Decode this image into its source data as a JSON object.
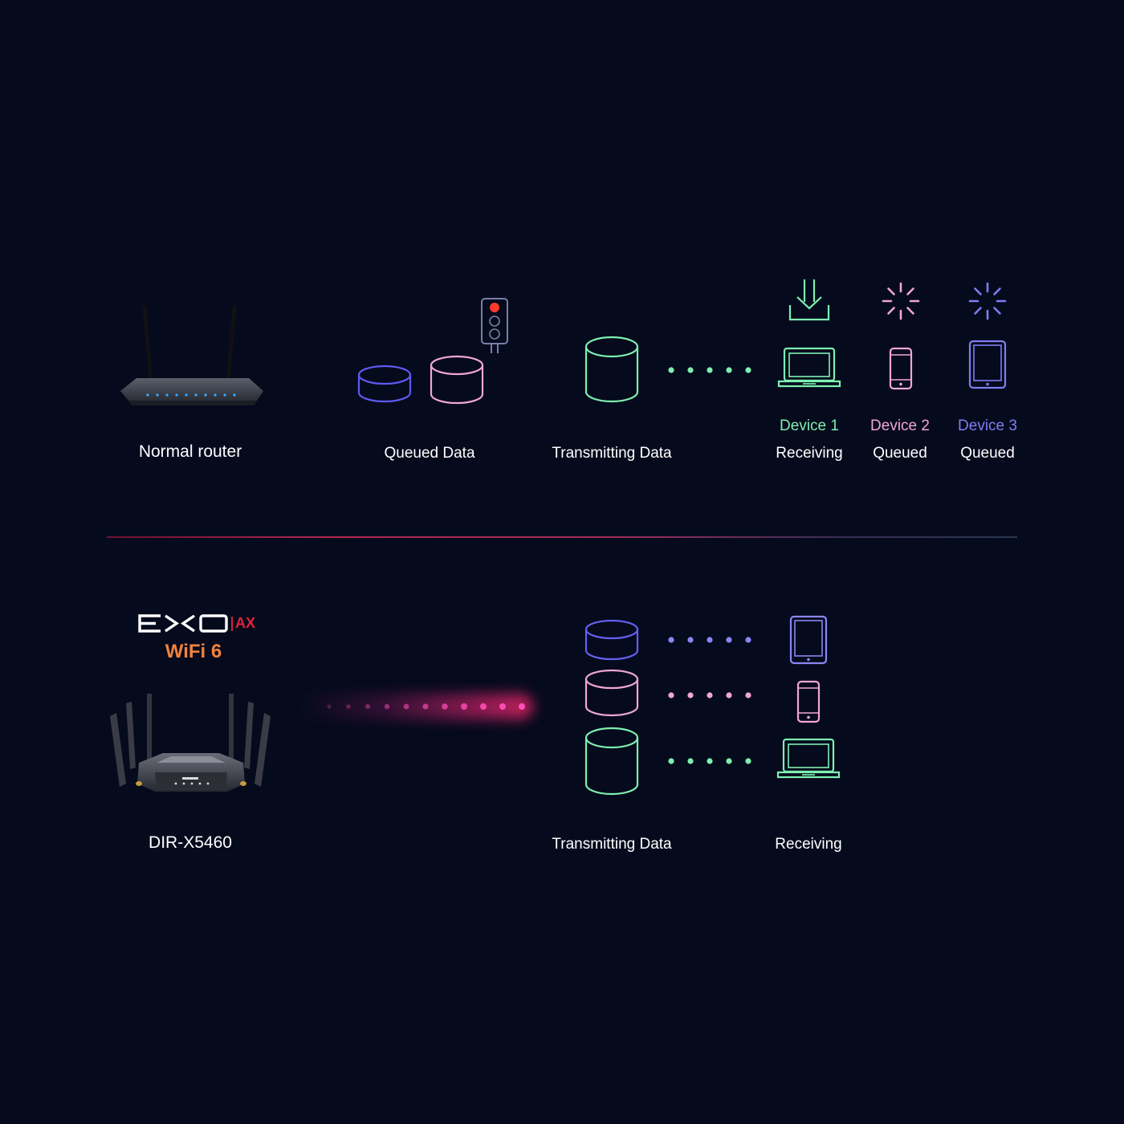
{
  "normal_router": {
    "label": "Normal router",
    "queued_label": "Queued Data",
    "transmitting_label": "Transmitting Data",
    "devices": [
      {
        "name": "Device 1",
        "status": "Receiving",
        "device_icon": "laptop-icon",
        "status_icon": "download-icon",
        "color": "#7ef0b0"
      },
      {
        "name": "Device 2",
        "status": "Queued",
        "device_icon": "phone-icon",
        "status_icon": "loading-spinner-icon",
        "color": "#f0a6d8"
      },
      {
        "name": "Device 3",
        "status": "Queued",
        "device_icon": "tablet-icon",
        "status_icon": "loading-spinner-icon",
        "color": "#7e7ef2"
      }
    ],
    "traffic_light_state": "red"
  },
  "exo_router": {
    "brand": "EXO",
    "badge": "AX",
    "tagline": "WiFi 6",
    "model": "DIR-X5460",
    "transmitting_label": "Transmitting Data",
    "receiving_label": "Receiving",
    "streams": [
      {
        "color": "#8b86f5",
        "device_icon": "tablet-icon"
      },
      {
        "color": "#f0a6d8",
        "device_icon": "phone-icon"
      },
      {
        "color": "#7ef0b0",
        "device_icon": "laptop-icon"
      }
    ]
  },
  "colors": {
    "background": "#060a1d",
    "green": "#7ef0b0",
    "pink": "#f0a6d8",
    "blue": "#7e7ef2",
    "accent_orange": "#f2823f",
    "accent_red": "#e3243a"
  }
}
